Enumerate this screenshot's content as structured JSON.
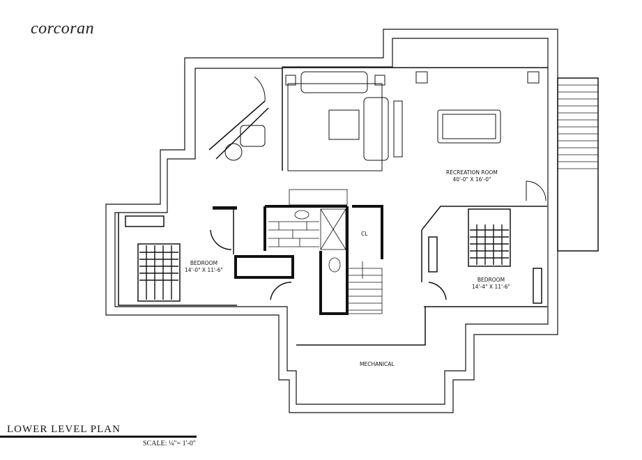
{
  "brand": {
    "logo": "corcoran"
  },
  "plan": {
    "title": "LOWER LEVEL PLAN",
    "scale": "SCALE: ¼\"= 1'-0\""
  },
  "rooms": {
    "recreation": {
      "name": "RECREATION ROOM",
      "size": "40'-0\" X 16'-0\""
    },
    "bedroom_left": {
      "name": "BEDROOM",
      "size": "14'-0\" X 11'-6\""
    },
    "bedroom_right": {
      "name": "BEDROOM",
      "size": "14'-4\" X 11'-6\""
    },
    "closet": {
      "name": "CL"
    },
    "mechanical": {
      "name": "MECHANICAL"
    }
  }
}
